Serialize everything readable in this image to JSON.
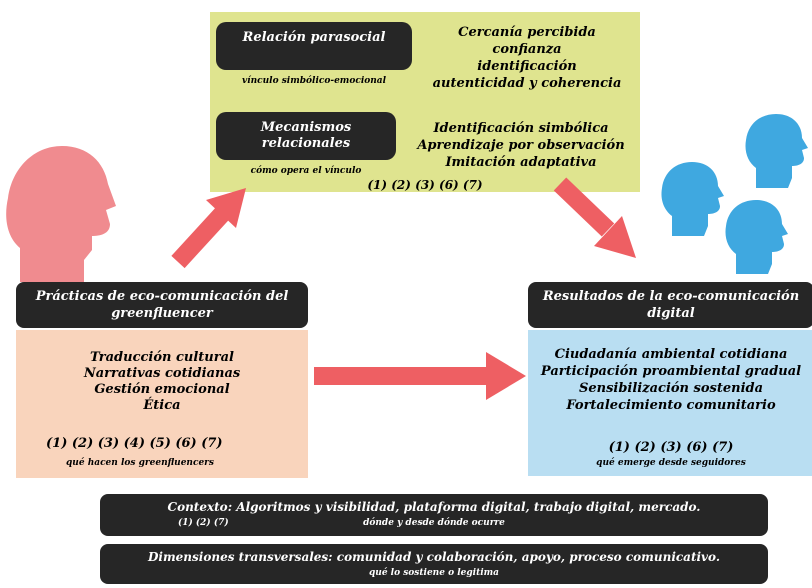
{
  "relacion": {
    "title": "Relación parasocial",
    "subtitle": "vínculo simbólico-emocional",
    "items": [
      "Cercanía percibida",
      "confianza",
      "identificación",
      "autenticidad y coherencia"
    ]
  },
  "mecanismos": {
    "title": "Mecanismos relacionales",
    "subtitle": "cómo opera el vínculo",
    "items": [
      "Identificación simbólica",
      "Aprendizaje por observación",
      "Imitación adaptativa"
    ]
  },
  "top_refs": "(1) (2) (3) (6) (7)",
  "practicas": {
    "title": "Prácticas de eco-comunicación del greenfluencer",
    "items": [
      "Traducción cultural",
      "Narrativas cotidianas",
      "Gestión emocional",
      "Ética"
    ],
    "refs": "(1) (2) (3) (4) (5) (6) (7)",
    "note": "qué hacen los greenfluencers"
  },
  "resultados": {
    "title": "Resultados de la eco-comunicación digital",
    "items": [
      "Ciudadanía ambiental cotidiana",
      "Participación proambiental gradual",
      "Sensibilización sostenida",
      "Fortalecimiento comunitario"
    ],
    "refs": "(1) (2) (3) (6) (7)",
    "note": "qué emerge desde seguidores"
  },
  "contexto": {
    "text": "Contexto: Algoritmos y visibilidad, plataforma digital, trabajo digital, mercado.",
    "refs": "(1) (2) (7)",
    "note": "dónde y desde dónde ocurre"
  },
  "dimensiones": {
    "text": "Dimensiones transversales: comunidad y colaboración, apoyo, proceso comunicativo.",
    "note": "qué lo sostiene o legitima"
  },
  "colors": {
    "panel_top": "#dfe48f",
    "panel_left": "#f9d4bc",
    "panel_right": "#b9def2",
    "dark": "#262626",
    "arrow": "#ee5f63",
    "head_left": "#f08b8f",
    "head_right": "#3fa8e0"
  },
  "icons": [
    "person-head-icon",
    "audience-heads-icon"
  ]
}
